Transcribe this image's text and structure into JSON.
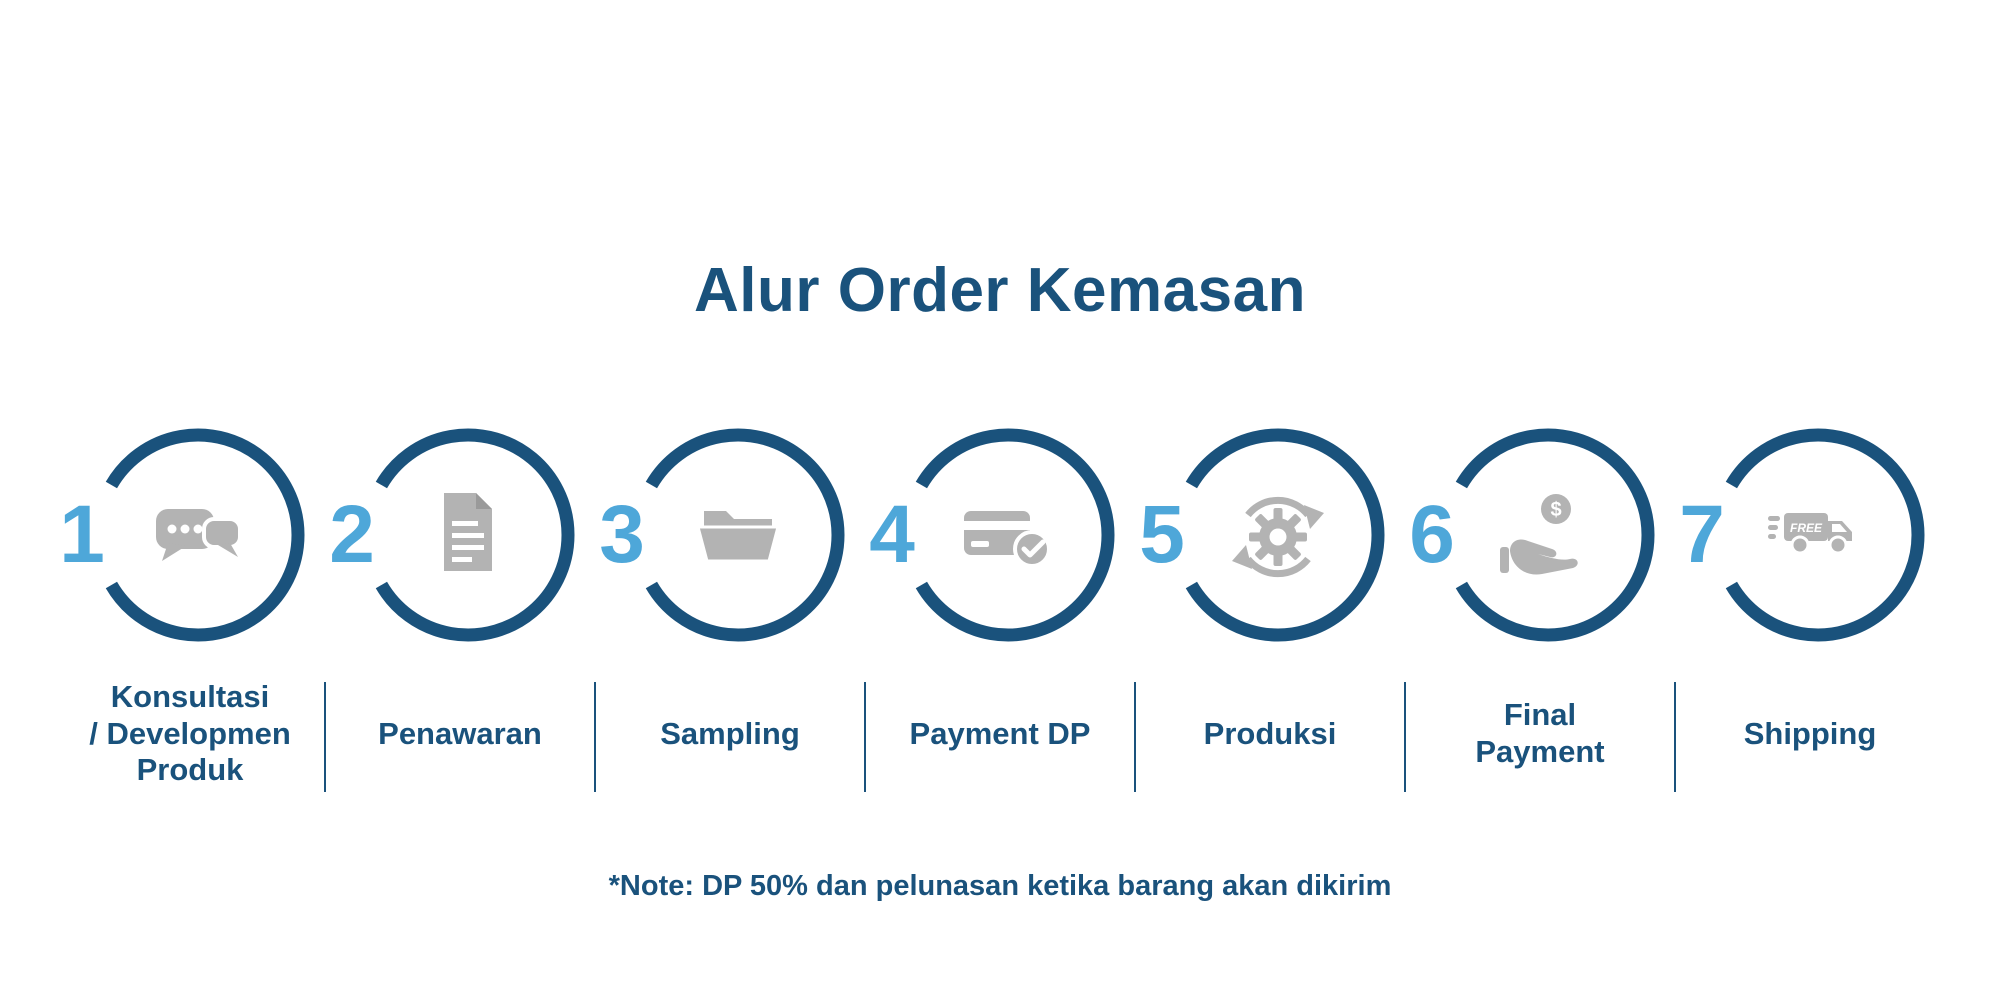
{
  "title": "Alur Order Kemasan",
  "note": "*Note: DP 50% dan pelunasan ketika barang akan dikirim",
  "colors": {
    "dark_blue": "#1a527c",
    "light_blue": "#4ea7d9",
    "icon_gray": "#b3b3b3"
  },
  "steps": [
    {
      "number": "1",
      "label": "Konsultasi\n/ Developmen\nProduk",
      "icon": "chat-icon"
    },
    {
      "number": "2",
      "label": "Penawaran",
      "icon": "document-icon"
    },
    {
      "number": "3",
      "label": "Sampling",
      "icon": "folder-icon"
    },
    {
      "number": "4",
      "label": "Payment DP",
      "icon": "card-check-icon"
    },
    {
      "number": "5",
      "label": "Produksi",
      "icon": "gear-sync-icon"
    },
    {
      "number": "6",
      "label": "Final\nPayment",
      "icon": "hand-coin-icon",
      "icon_text": "$"
    },
    {
      "number": "7",
      "label": "Shipping",
      "icon": "truck-free-icon",
      "icon_text": "FREE"
    }
  ]
}
